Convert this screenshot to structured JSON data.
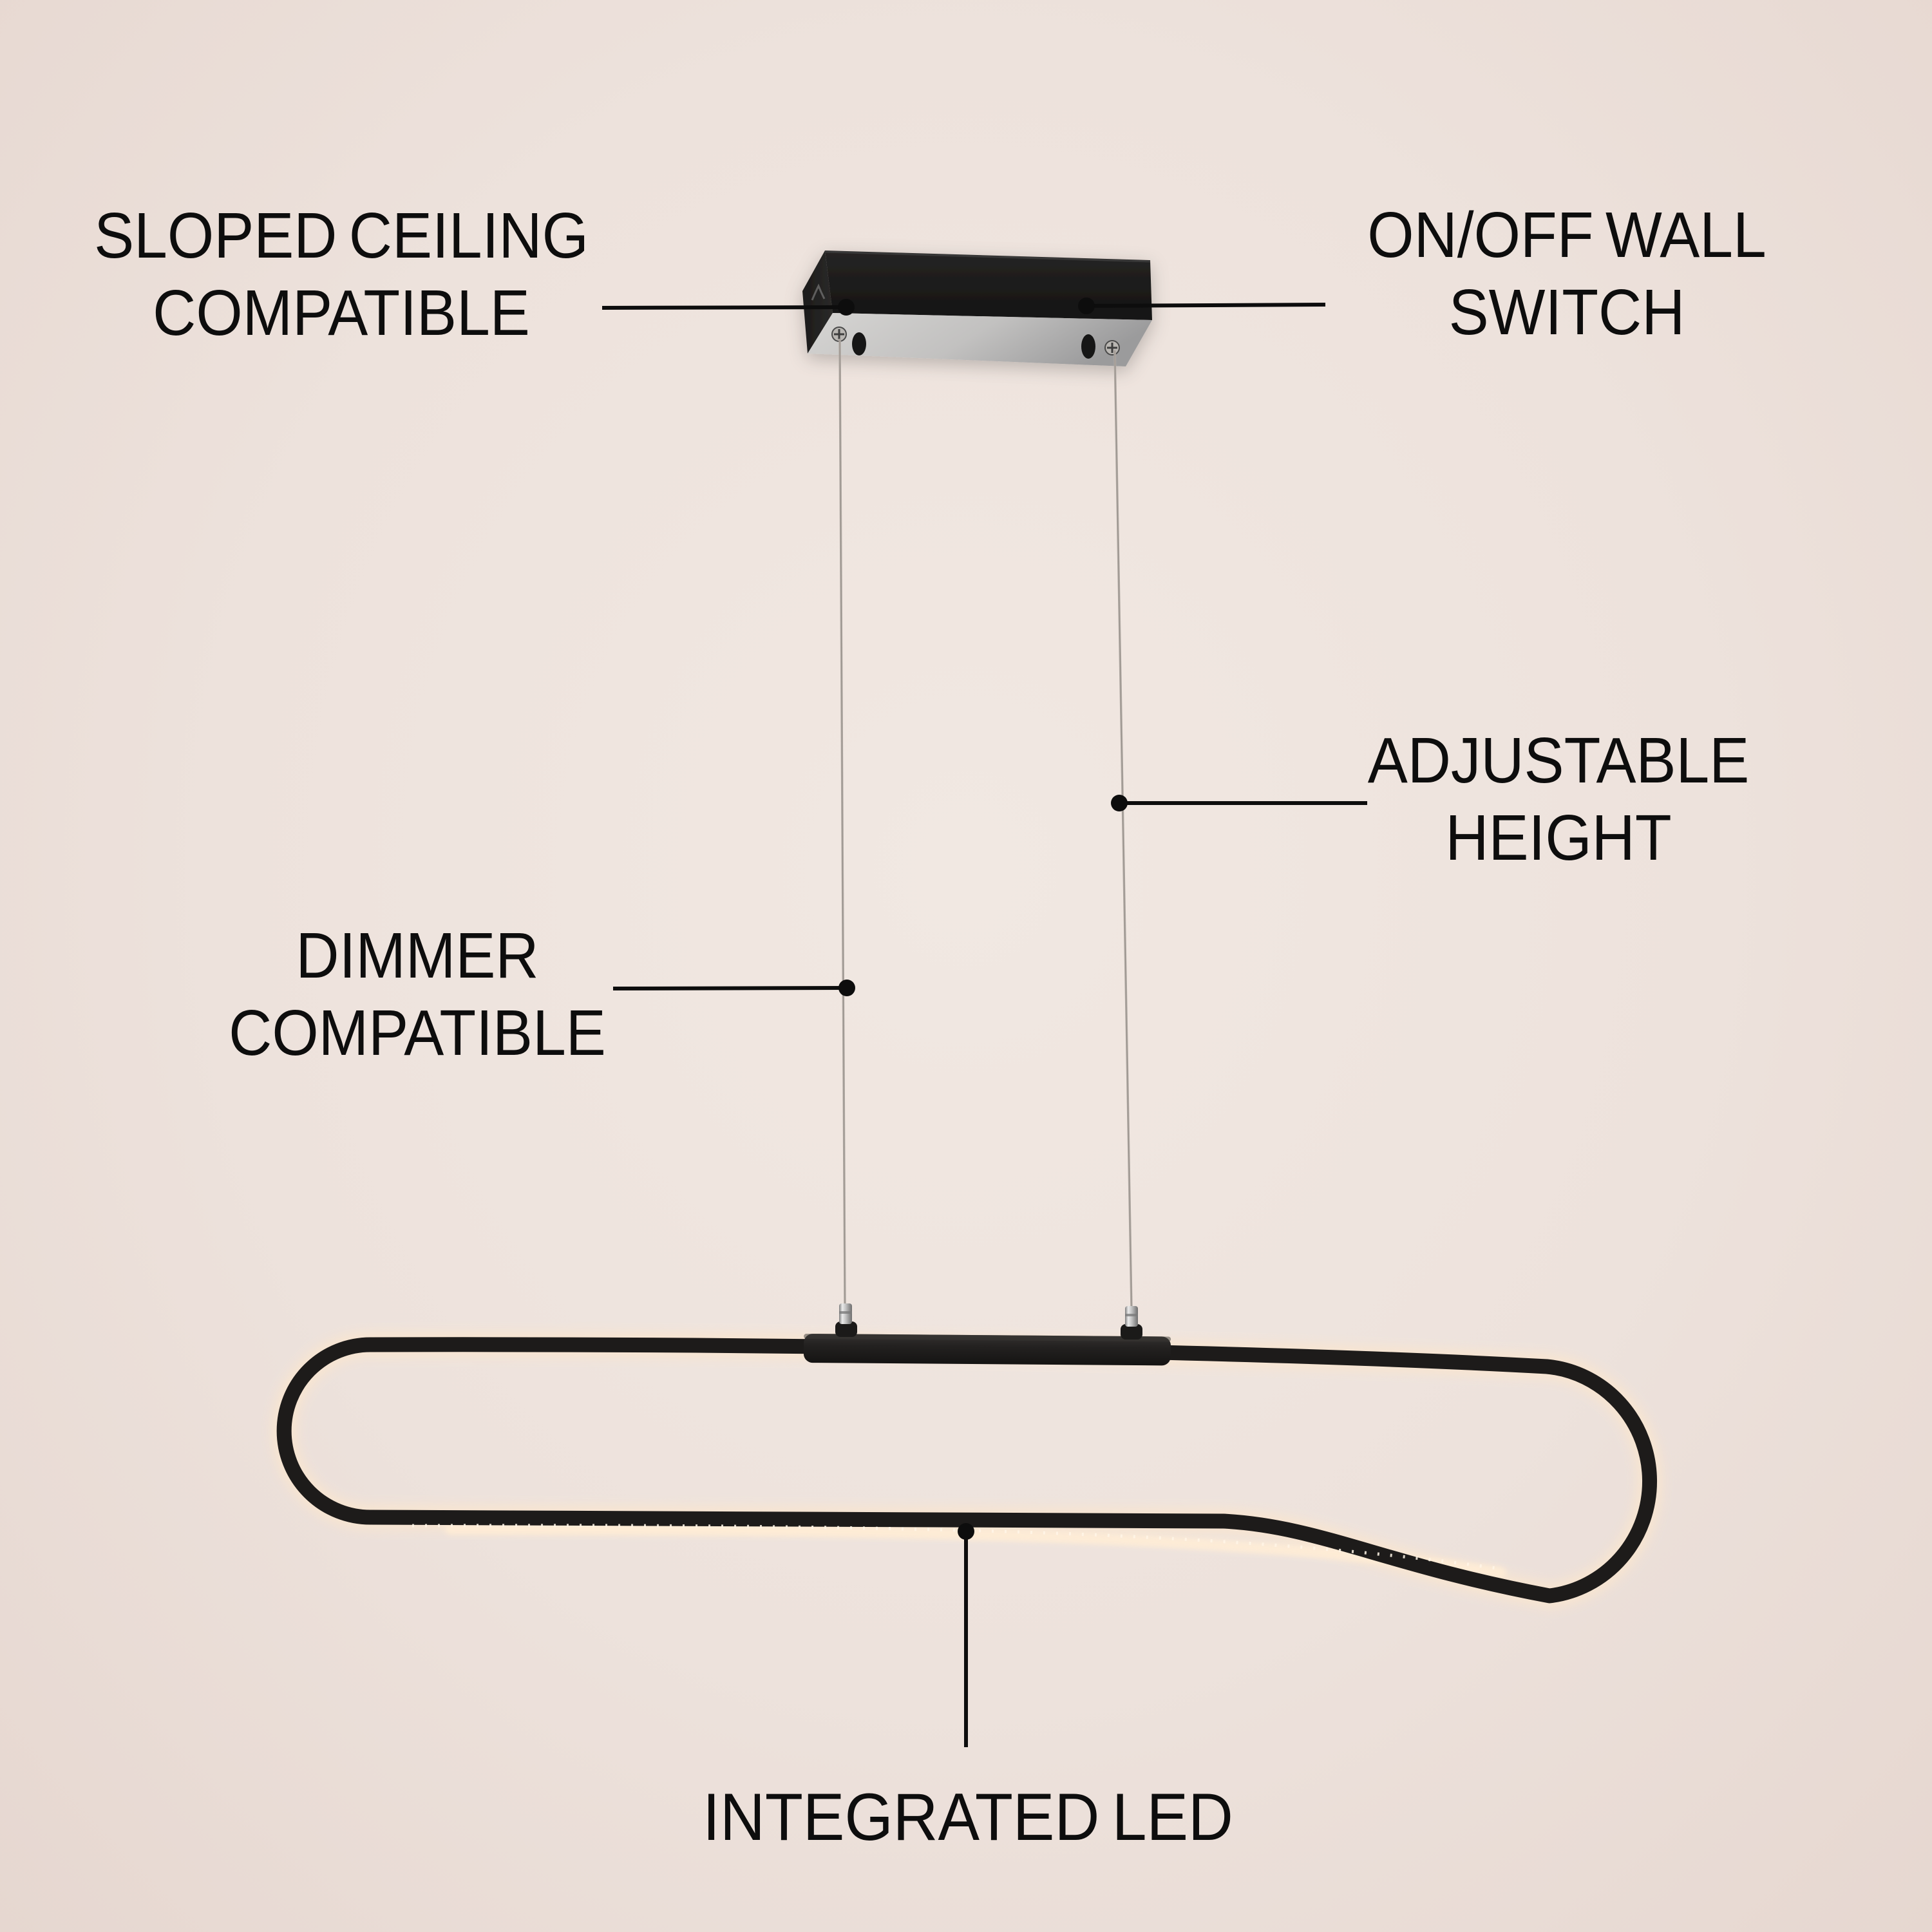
{
  "title": "Linear LED pendant light feature infographic",
  "labels": {
    "sloped_ceiling": {
      "line1": "SLOPED CEILING",
      "line2": "COMPATIBLE"
    },
    "wall_switch": {
      "line1": "ON/OFF WALL",
      "line2": "SWITCH"
    },
    "adjustable": {
      "line1": "ADJUSTABLE",
      "line2": "HEIGHT"
    },
    "dimmer": {
      "line1": "DIMMER",
      "line2": "COMPATIBLE"
    },
    "integrated_led": {
      "line1": "INTEGRATED LED"
    }
  },
  "colors": {
    "background": "#ede2dc",
    "ink": "#0d0d0d",
    "fixture_black": "#1d1b1a",
    "canopy_silver": "#c8c7c6",
    "cable_gray": "#b3aca6",
    "led_glow": "#f8e5d0"
  },
  "icons": {
    "callout_dot": "filled-circle",
    "callout_line": "rule-line"
  }
}
